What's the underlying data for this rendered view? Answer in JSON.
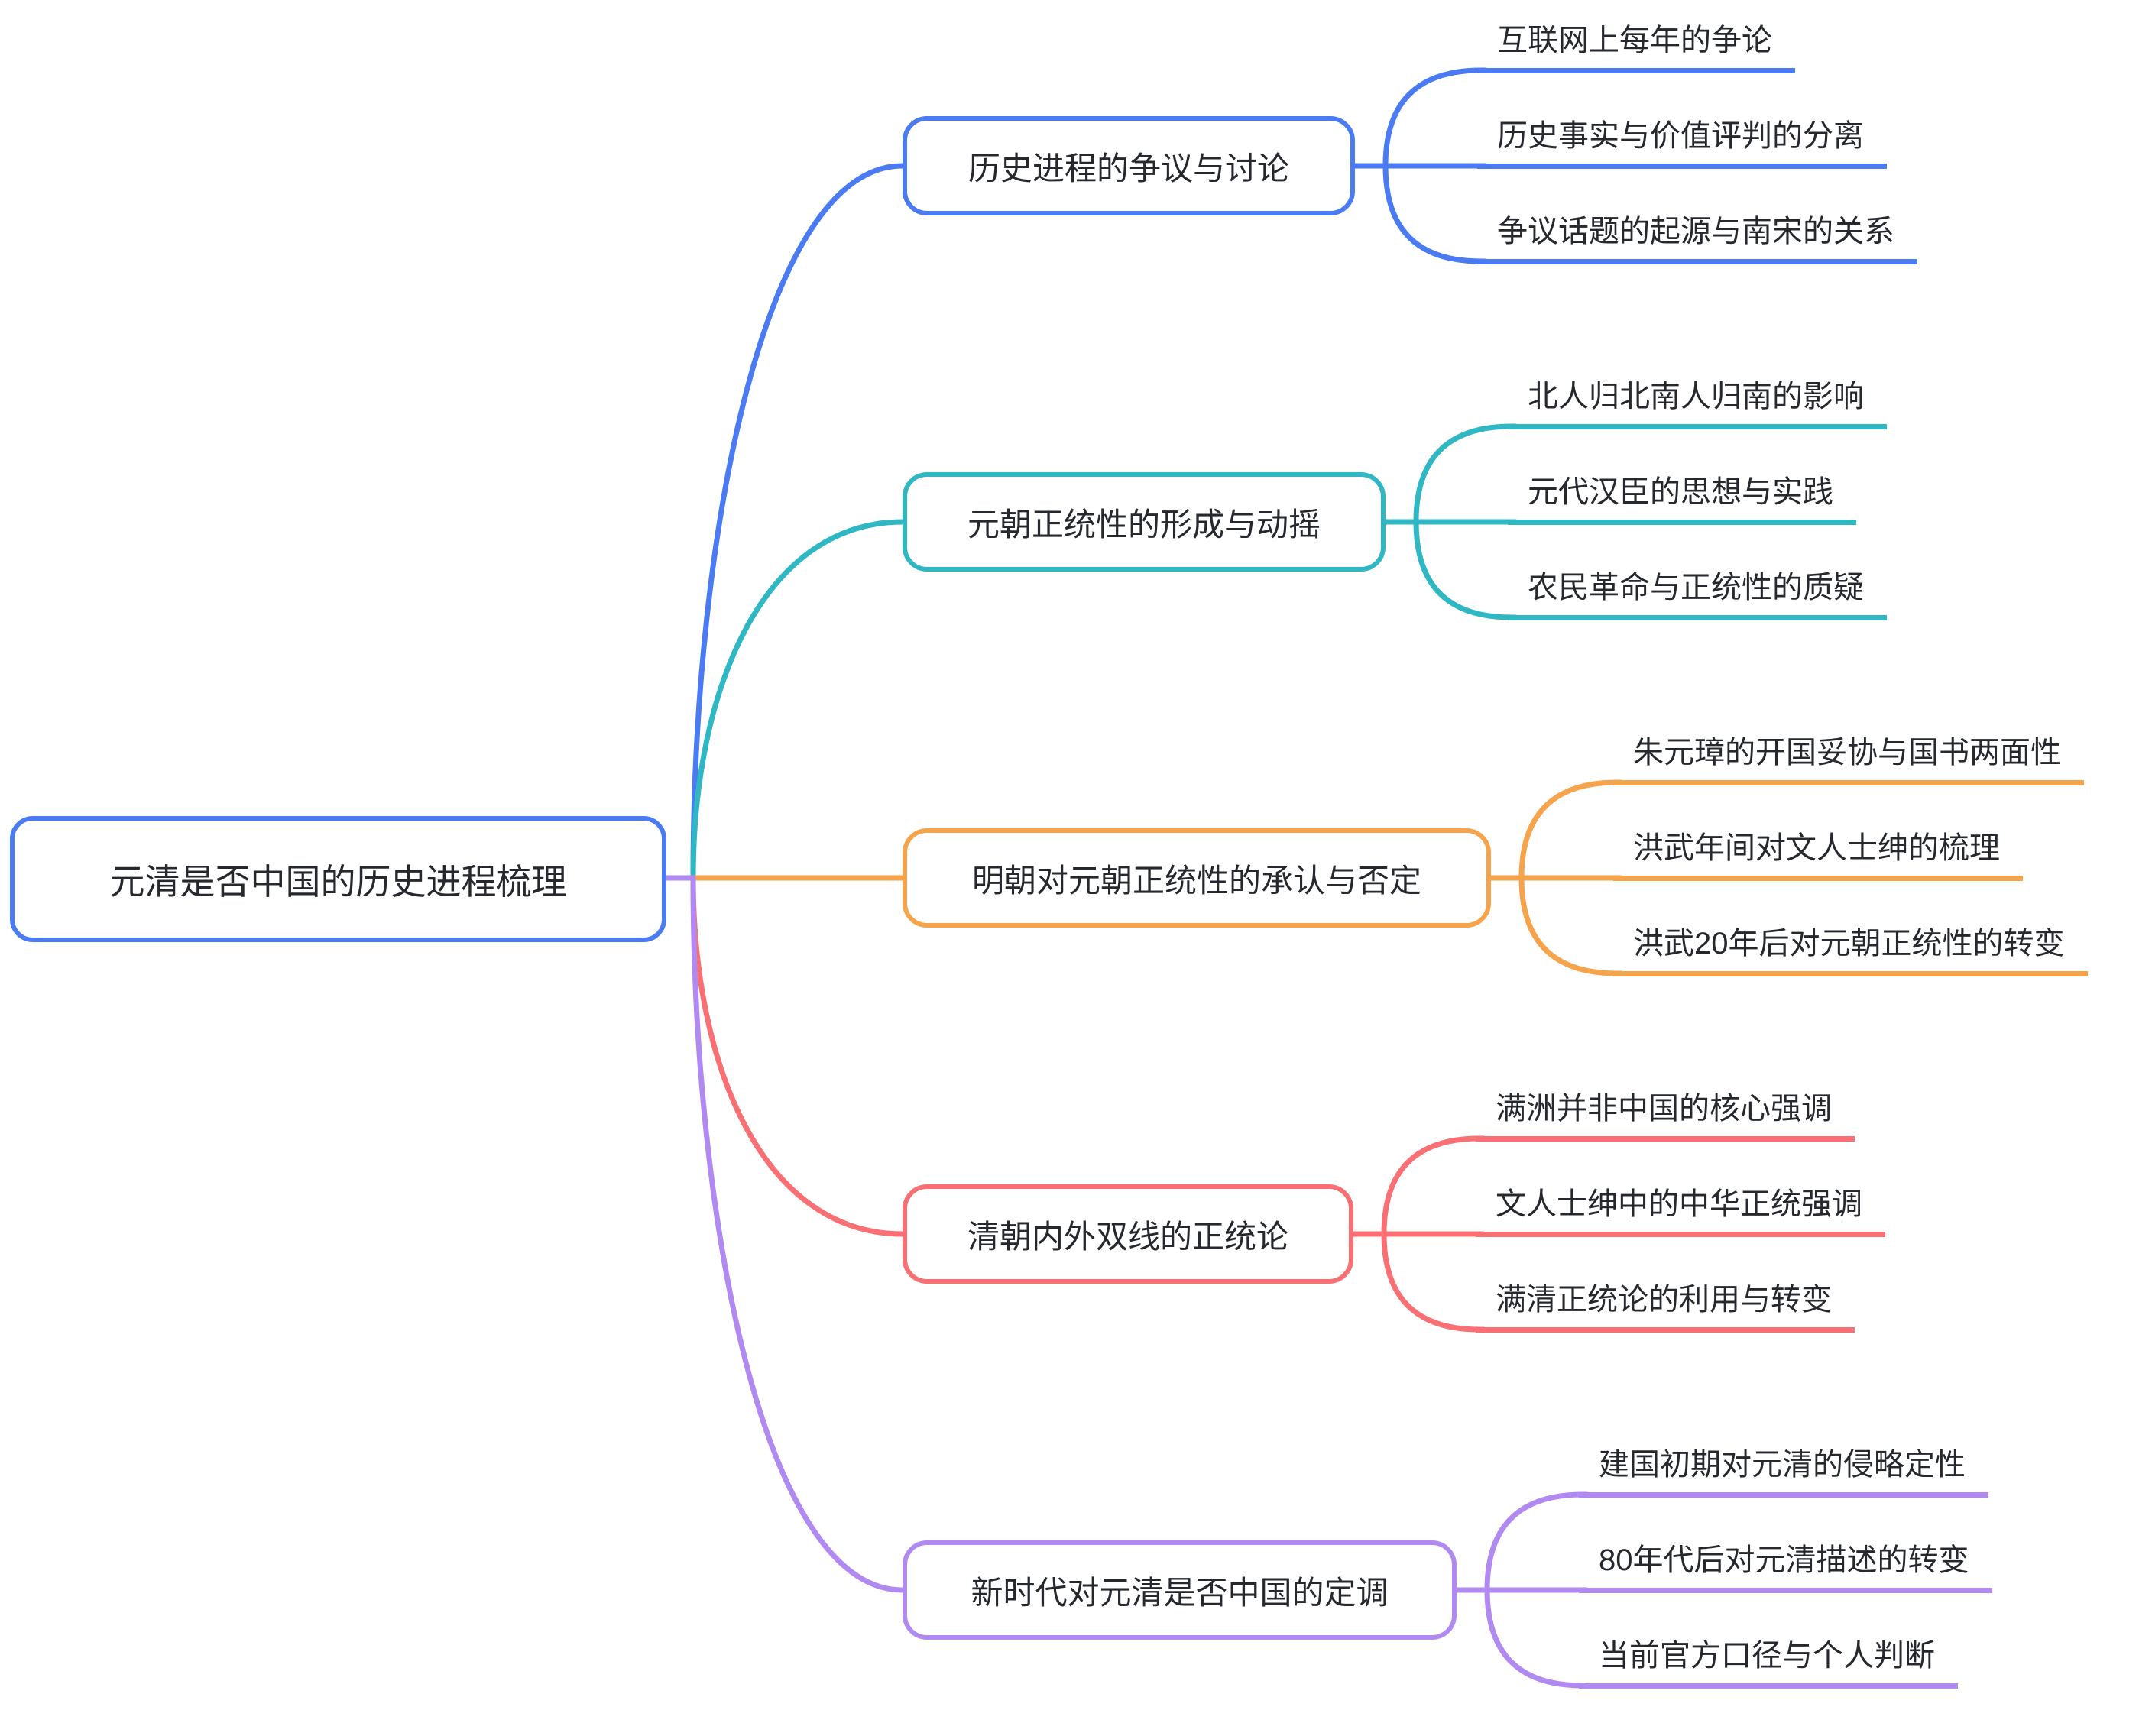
{
  "canvas": {
    "background": "#FFFFFF",
    "text_color": "#25282D"
  },
  "root": {
    "label": "元清是否中国的历史进程梳理",
    "color": "#4A7BF2"
  },
  "branches": [
    {
      "label": "历史进程的争议与讨论",
      "color": "#4A7BF2",
      "children": [
        "互联网上每年的争论",
        "历史事实与价值评判的分离",
        "争议话题的起源与南宋的关系"
      ]
    },
    {
      "label": "元朝正统性的形成与动摇",
      "color": "#2FB7C4",
      "children": [
        "北人归北南人归南的影响",
        "元代汉臣的思想与实践",
        "农民革命与正统性的质疑"
      ]
    },
    {
      "label": "明朝对元朝正统性的承认与否定",
      "color": "#F6A44C",
      "children": [
        "朱元璋的开国妥协与国书两面性",
        "洪武年间对文人士绅的梳理",
        "洪武20年后对元朝正统性的转变"
      ]
    },
    {
      "label": "清朝内外双线的正统论",
      "color": "#F87074",
      "children": [
        "满洲并非中国的核心强调",
        "文人士绅中的中华正统强调",
        "满清正统论的利用与转变"
      ]
    },
    {
      "label": "新时代对元清是否中国的定调",
      "color": "#B18AF1",
      "children": [
        "建国初期对元清的侵略定性",
        "80年代后对元清描述的转变",
        "当前官方口径与个人判断"
      ]
    }
  ]
}
